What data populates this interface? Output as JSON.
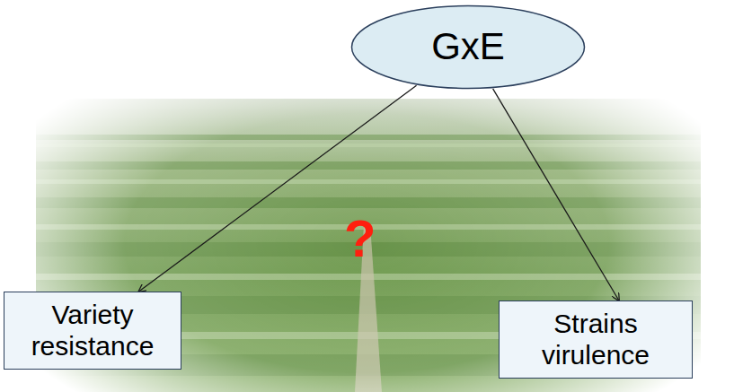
{
  "diagram": {
    "nodes": [
      {
        "text": [
          "GxE"
        ]
      },
      {
        "text": [
          "Variety resistance"
        ]
      },
      {
        "text": [
          "Strains virulence"
        ]
      }
    ],
    "edges": [
      {
        "from": 0,
        "to": 1,
        "arrow": "to"
      },
      {
        "from": 0,
        "to": 2,
        "arrow": "to"
      }
    ],
    "labels": [
      "?"
    ]
  }
}
